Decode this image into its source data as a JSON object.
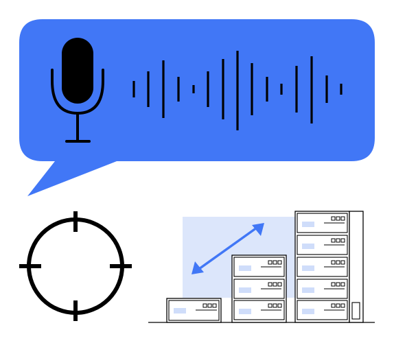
{
  "colors": {
    "accent": "#4177F6",
    "accent_light": "#DCE6FB",
    "ink": "#000000",
    "background": "#FFFFFF",
    "chip": "#CFDDFA"
  },
  "icons": {
    "speech_bubble": "speech-bubble",
    "microphone": "microphone-icon",
    "waveform": "audio-waveform",
    "crosshair": "crosshair-icon",
    "server_racks": "server-rack-illustration",
    "resize_arrow": "double-arrow-icon"
  }
}
